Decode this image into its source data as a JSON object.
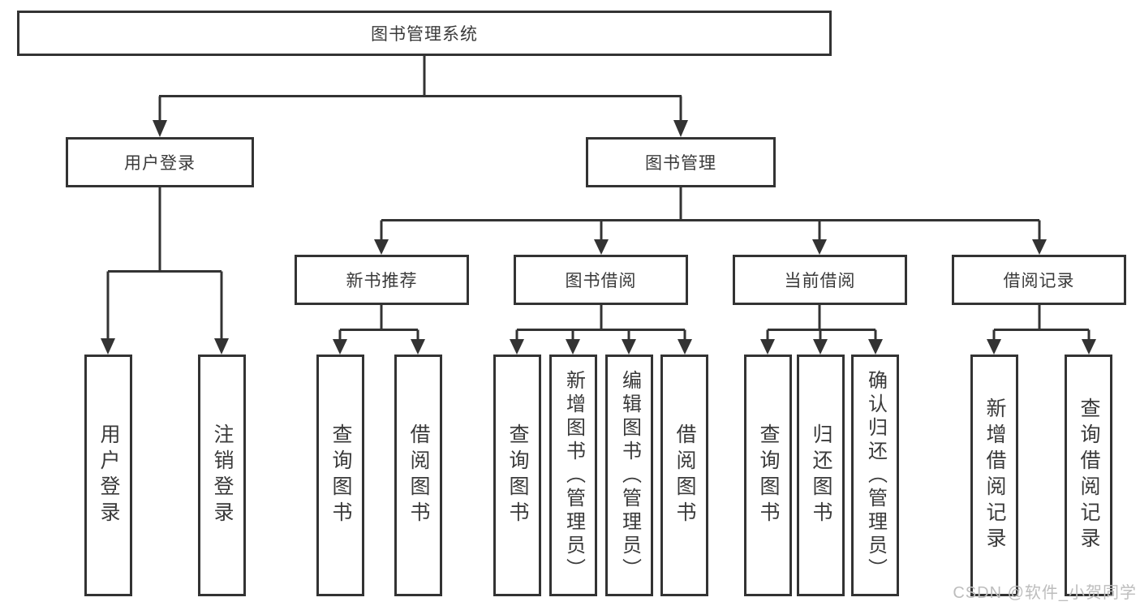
{
  "diagram": {
    "root": {
      "label": "图书管理系统"
    },
    "level2": [
      {
        "label": "用户登录"
      },
      {
        "label": "图书管理"
      }
    ],
    "level3": [
      {
        "label": "新书推荐"
      },
      {
        "label": "图书借阅"
      },
      {
        "label": "当前借阅"
      },
      {
        "label": "借阅记录"
      }
    ],
    "leaves": {
      "login": [
        "用户登录",
        "注销登录"
      ],
      "recommend": [
        "查询图书",
        "借阅图书"
      ],
      "borrow": [
        "查询图书",
        "新增图书（管理员）",
        "编辑图书（管理员）",
        "借阅图书"
      ],
      "current": [
        "查询图书",
        "归还图书",
        "确认归还（管理员）"
      ],
      "records": [
        "新增借阅记录",
        "查询借阅记录"
      ]
    },
    "watermark": "CSDN @软件_小贺同学",
    "colors": {
      "line": "#333333",
      "box_border": "#333333",
      "text": "#3a3a3a",
      "background": "#ffffff",
      "watermark": "#bdbdbd"
    }
  }
}
